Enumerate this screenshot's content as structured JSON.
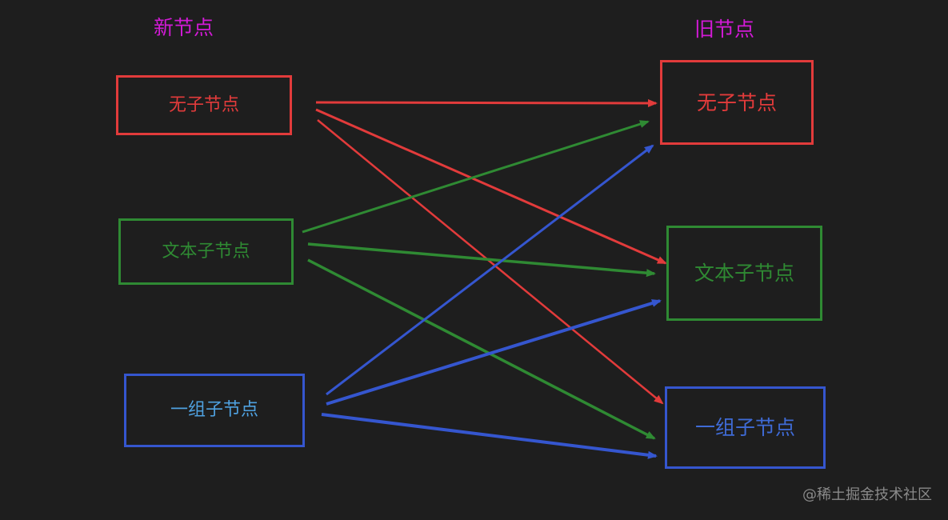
{
  "headings": {
    "new": "新节点",
    "old": "旧节点"
  },
  "new_nodes": [
    {
      "id": "none",
      "label": "无子节点",
      "color": "#e23b3b"
    },
    {
      "id": "text",
      "label": "文本子节点",
      "color": "#2f8a33"
    },
    {
      "id": "array",
      "label": "一组子节点",
      "color": "#3556cf"
    }
  ],
  "old_nodes": [
    {
      "id": "none",
      "label": "无子节点",
      "color": "#e23b3b"
    },
    {
      "id": "text",
      "label": "文本子节点",
      "color": "#2f8a33"
    },
    {
      "id": "array",
      "label": "一组子节点",
      "color": "#3556cf"
    }
  ],
  "edges": [
    {
      "from": "none",
      "to": "none",
      "color": "#e23b3b"
    },
    {
      "from": "none",
      "to": "text",
      "color": "#e23b3b"
    },
    {
      "from": "none",
      "to": "array",
      "color": "#e23b3b"
    },
    {
      "from": "text",
      "to": "none",
      "color": "#2f8a33"
    },
    {
      "from": "text",
      "to": "text",
      "color": "#2f8a33"
    },
    {
      "from": "text",
      "to": "array",
      "color": "#2f8a33"
    },
    {
      "from": "array",
      "to": "none",
      "color": "#3556cf"
    },
    {
      "from": "array",
      "to": "text",
      "color": "#3556cf"
    },
    {
      "from": "array",
      "to": "array",
      "color": "#3556cf"
    }
  ],
  "watermark": "@稀土掘金技术社区"
}
